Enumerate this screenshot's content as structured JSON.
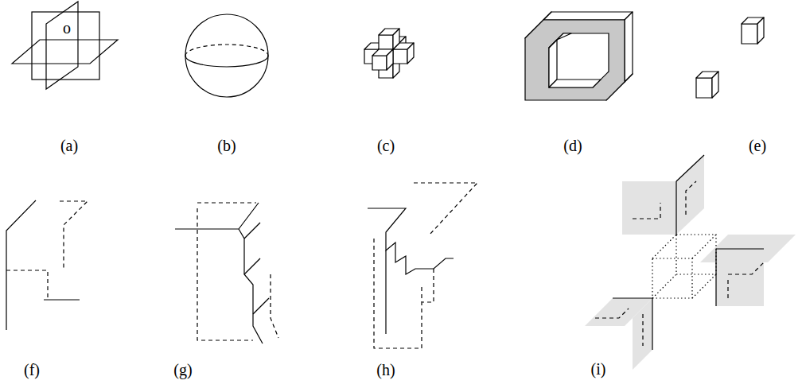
{
  "diagram": {
    "labels": [
      "o",
      "(a)",
      "(b)",
      "(c)",
      "(d)",
      "(e)",
      "(f)",
      "(g)",
      "(h)",
      "(i)"
    ]
  }
}
